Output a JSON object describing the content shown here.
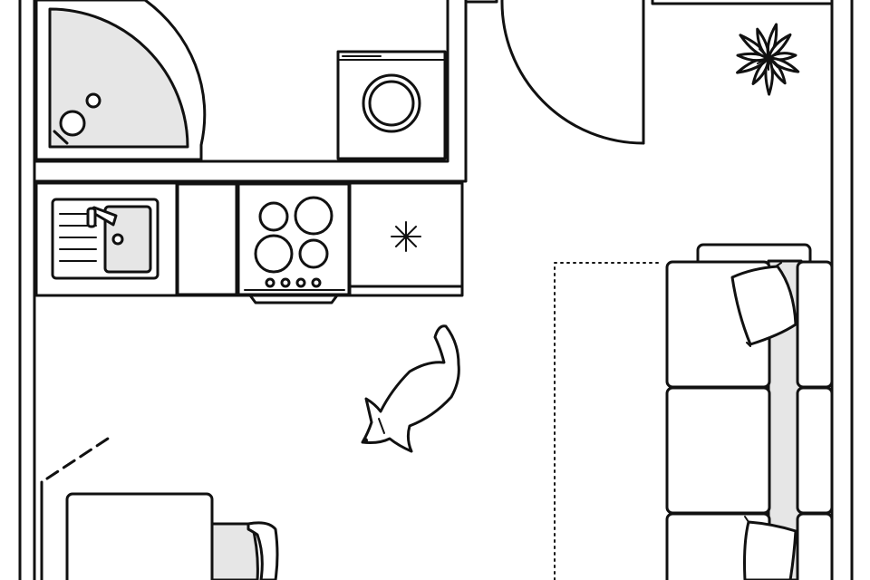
{
  "drawing": {
    "style": "black line floor plan, top view",
    "colors": {
      "line": "#111111",
      "background": "#ffffff",
      "fill_gray": "#e6e6e6"
    }
  },
  "rooms": [
    "bathroom",
    "kitchen",
    "living-area"
  ],
  "fixtures": {
    "bathroom": [
      "corner-shower",
      "washing-machine"
    ],
    "kitchen": [
      "sink",
      "cabinet",
      "hob",
      "fridge"
    ],
    "living": [
      "sofa",
      "pillow",
      "pillow",
      "plant",
      "dog",
      "rug",
      "table",
      "chair"
    ]
  },
  "icons": {
    "fridge": "snowflake-icon",
    "plant": "plant-icon",
    "pet": "dog-icon"
  },
  "hob": {
    "burners": 4,
    "knobs": 4
  },
  "sofa": {
    "seat_cushions": 3,
    "pillows": 2
  }
}
